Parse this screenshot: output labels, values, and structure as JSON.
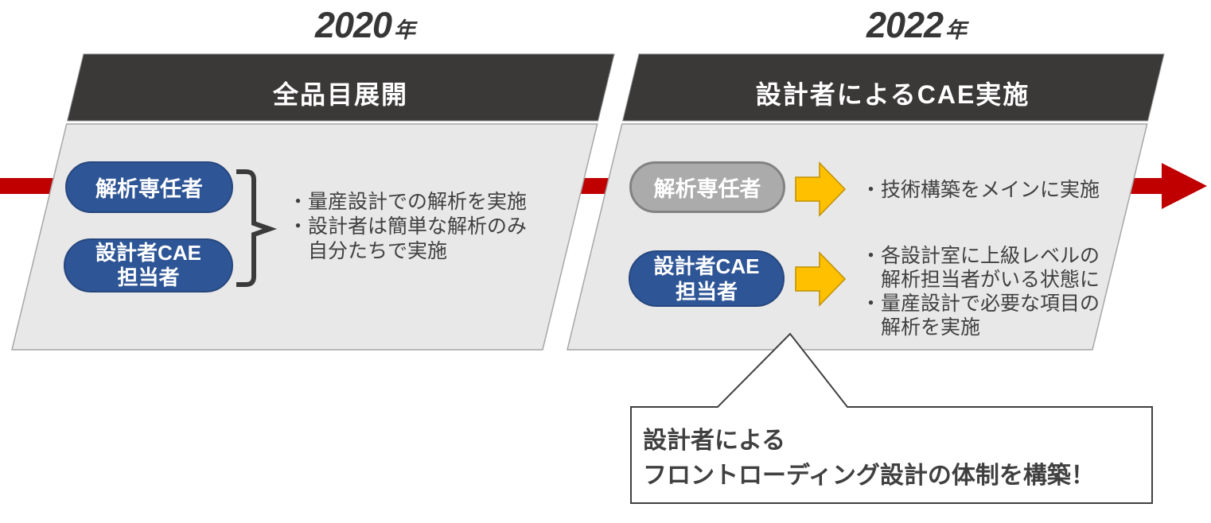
{
  "timeline": {
    "left_year": "2020",
    "right_year": "2022",
    "year_suffix": "年"
  },
  "left_panel": {
    "header": "全品目展開",
    "pills": [
      {
        "lines": [
          "解析専任者"
        ]
      },
      {
        "lines": [
          "設計者CAE",
          "担当者"
        ]
      }
    ],
    "bullets": [
      "・量産設計での解析を実施",
      "・設計者は簡単な解析のみ",
      "　自分たちで実施"
    ]
  },
  "right_panel": {
    "header": "設計者によるCAE実施",
    "rows": [
      {
        "pill": {
          "lines": [
            "解析専任者"
          ],
          "style": "gray"
        },
        "bullets": [
          "・技術構築をメインに実施"
        ]
      },
      {
        "pill": {
          "lines": [
            "設計者CAE",
            "担当者"
          ],
          "style": "blue"
        },
        "bullets": [
          "・各設計室に上級レベルの",
          "　解析担当者がいる状態に",
          "・量産設計で必要な項目の",
          "　解析を実施"
        ]
      }
    ]
  },
  "callout": {
    "lines": [
      "設計者による",
      "フロントローディング設計の体制を構築！"
    ]
  },
  "colors": {
    "header_band": "#3B3838",
    "panel_body": "#E9E8E8",
    "panel_border": "#A6A6A6",
    "timeline_red": "#C00000",
    "pill_blue": "#2E5596",
    "pill_gray": "#ABABAB",
    "flow_arrow_yellow": "#FFC000",
    "flow_arrow_border": "#BF9000",
    "text_dark": "#404040",
    "callout_border": "#404040"
  }
}
